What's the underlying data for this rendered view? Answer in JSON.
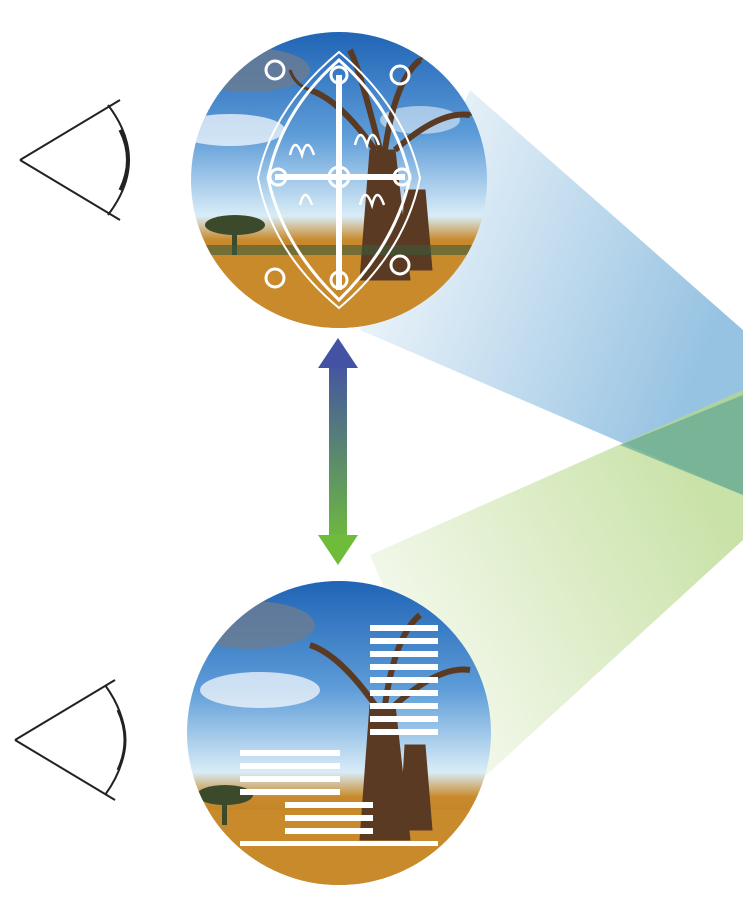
{
  "diagram": {
    "viewers": [
      {
        "id": "top",
        "icon": "eye-icon",
        "view": "symbolic-pattern-overlay"
      },
      {
        "id": "bottom",
        "icon": "eye-icon",
        "view": "bar-pattern-overlay"
      }
    ],
    "scene_icon": "baobab-tree-landscape",
    "connector_icon": "double-headed-arrow",
    "colors": {
      "sky_top": "#1f63b5",
      "sky_bottom": "#d9ecf7",
      "ground": "#c98a2c",
      "trunk": "#5a3a22",
      "overlay": "#ffffff",
      "arrow_top": "#4452a4",
      "arrow_bottom": "#6fbc3b",
      "beam_blue": "#6aa9d6",
      "beam_green": "#b7d88a",
      "eye_stroke": "#222222"
    }
  }
}
